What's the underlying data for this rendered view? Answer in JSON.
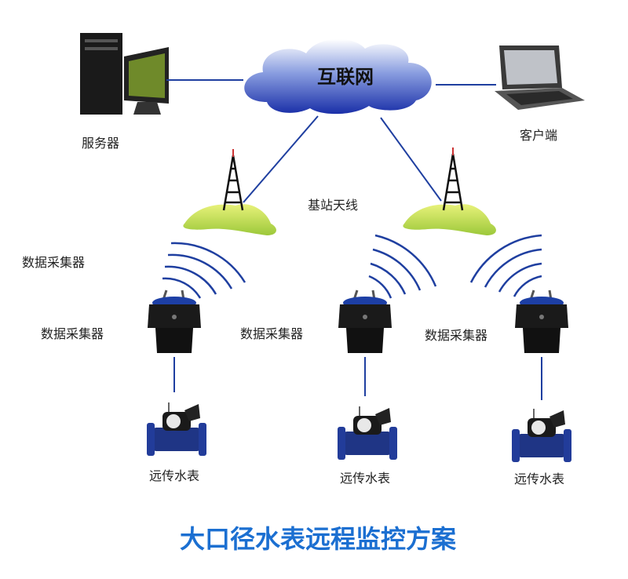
{
  "network": {
    "label": "互联网"
  },
  "server": {
    "label": "服务器"
  },
  "client": {
    "label": "客户端"
  },
  "base_station": {
    "label": "基站天线"
  },
  "collectors": {
    "top_label": "数据采集器",
    "items": [
      {
        "label": "数据采集器"
      },
      {
        "label": "数据采集器"
      },
      {
        "label": "数据采集器"
      }
    ]
  },
  "meters": {
    "items": [
      {
        "label": "远传水表"
      },
      {
        "label": "远传水表"
      },
      {
        "label": "远传水表"
      }
    ]
  },
  "title": "大口径水表远程监控方案",
  "colors": {
    "title": "#1b6fd1",
    "link": "#1f3fa0",
    "cloud": "#2a44b0",
    "hill": "#b8d84a"
  }
}
